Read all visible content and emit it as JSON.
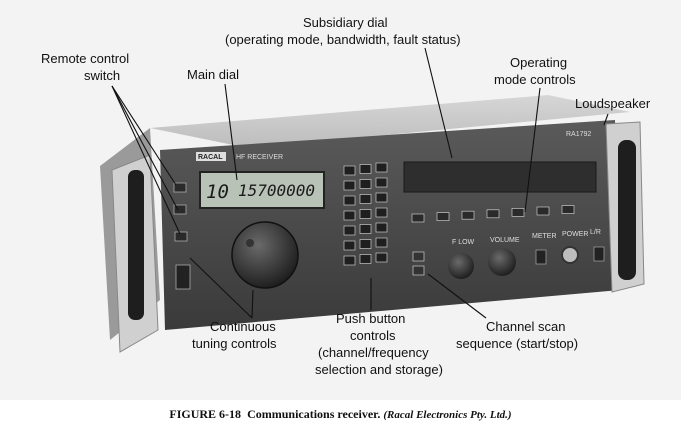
{
  "labels": {
    "subsidiary_dial": "Subsidiary dial",
    "subsidiary_dial_detail": "(operating mode, bandwidth, fault status)",
    "remote_control_1": "Remote control",
    "remote_control_2": "switch",
    "main_dial": "Main dial",
    "operating_mode_1": "Operating",
    "operating_mode_2": "mode controls",
    "loudspeaker": "Loudspeaker",
    "continuous_1": "Continuous",
    "continuous_2": "tuning controls",
    "push_button_1": "Push button",
    "push_button_2": "controls",
    "push_button_3": "(channel/frequency",
    "push_button_4": "selection and storage)",
    "channel_scan_1": "Channel scan",
    "channel_scan_2": "sequence (start/stop)"
  },
  "panel": {
    "brand": "RACAL",
    "model_text": "HF RECEIVER",
    "model_number": "RA1792",
    "display_channel": "10",
    "display_frequency": "15700000",
    "knob_label_left": "F LOW",
    "knob_label_right": "VOLUME",
    "meter_label": "METER",
    "power_label": "POWER",
    "lr_label": "L/R"
  },
  "caption": {
    "figure": "FIGURE 6-18",
    "title": "Communications receiver.",
    "credit": "(Racal Electronics Pty. Ltd.)"
  },
  "colors": {
    "background": "#f3f3f3",
    "panel_face": "#4a4a4a",
    "lcd": "#b9c2b6",
    "ink": "#111111"
  }
}
